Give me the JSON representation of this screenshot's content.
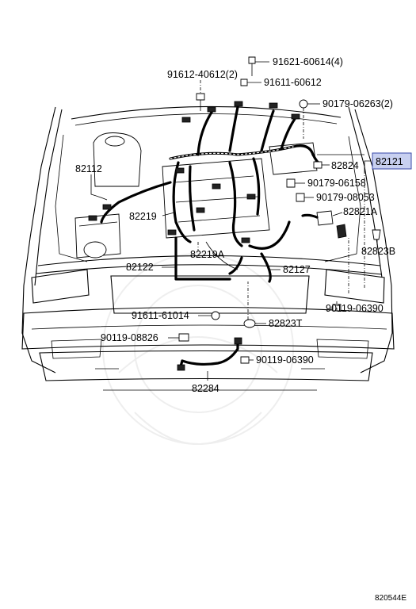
{
  "callouts": [
    {
      "id": "c1",
      "text": "91621-60614(4)"
    },
    {
      "id": "c2",
      "text": "91612-40612(2)"
    },
    {
      "id": "c3",
      "text": "91611-60612"
    },
    {
      "id": "c4",
      "text": "90179-06263(2)"
    },
    {
      "id": "c5",
      "text": "82112"
    },
    {
      "id": "c6",
      "text": "82824"
    },
    {
      "id": "c7",
      "text": "82121"
    },
    {
      "id": "c8",
      "text": "90179-06158"
    },
    {
      "id": "c9",
      "text": "90179-08053"
    },
    {
      "id": "c10",
      "text": "82219"
    },
    {
      "id": "c11",
      "text": "82821A"
    },
    {
      "id": "c12",
      "text": "82823B"
    },
    {
      "id": "c13",
      "text": "82219A"
    },
    {
      "id": "c14",
      "text": "82122"
    },
    {
      "id": "c15",
      "text": "82127"
    },
    {
      "id": "c16",
      "text": "90119-06390"
    },
    {
      "id": "c17",
      "text": "91611-61014"
    },
    {
      "id": "c18",
      "text": "82823T"
    },
    {
      "id": "c19",
      "text": "90119-08826"
    },
    {
      "id": "c20",
      "text": "90119-06390"
    },
    {
      "id": "c21",
      "text": "82284"
    }
  ],
  "highlight": {
    "callout": "c7",
    "fill": "#c8d0f0",
    "border": "#3a4aa8"
  },
  "footer": {
    "code": "820544E"
  }
}
